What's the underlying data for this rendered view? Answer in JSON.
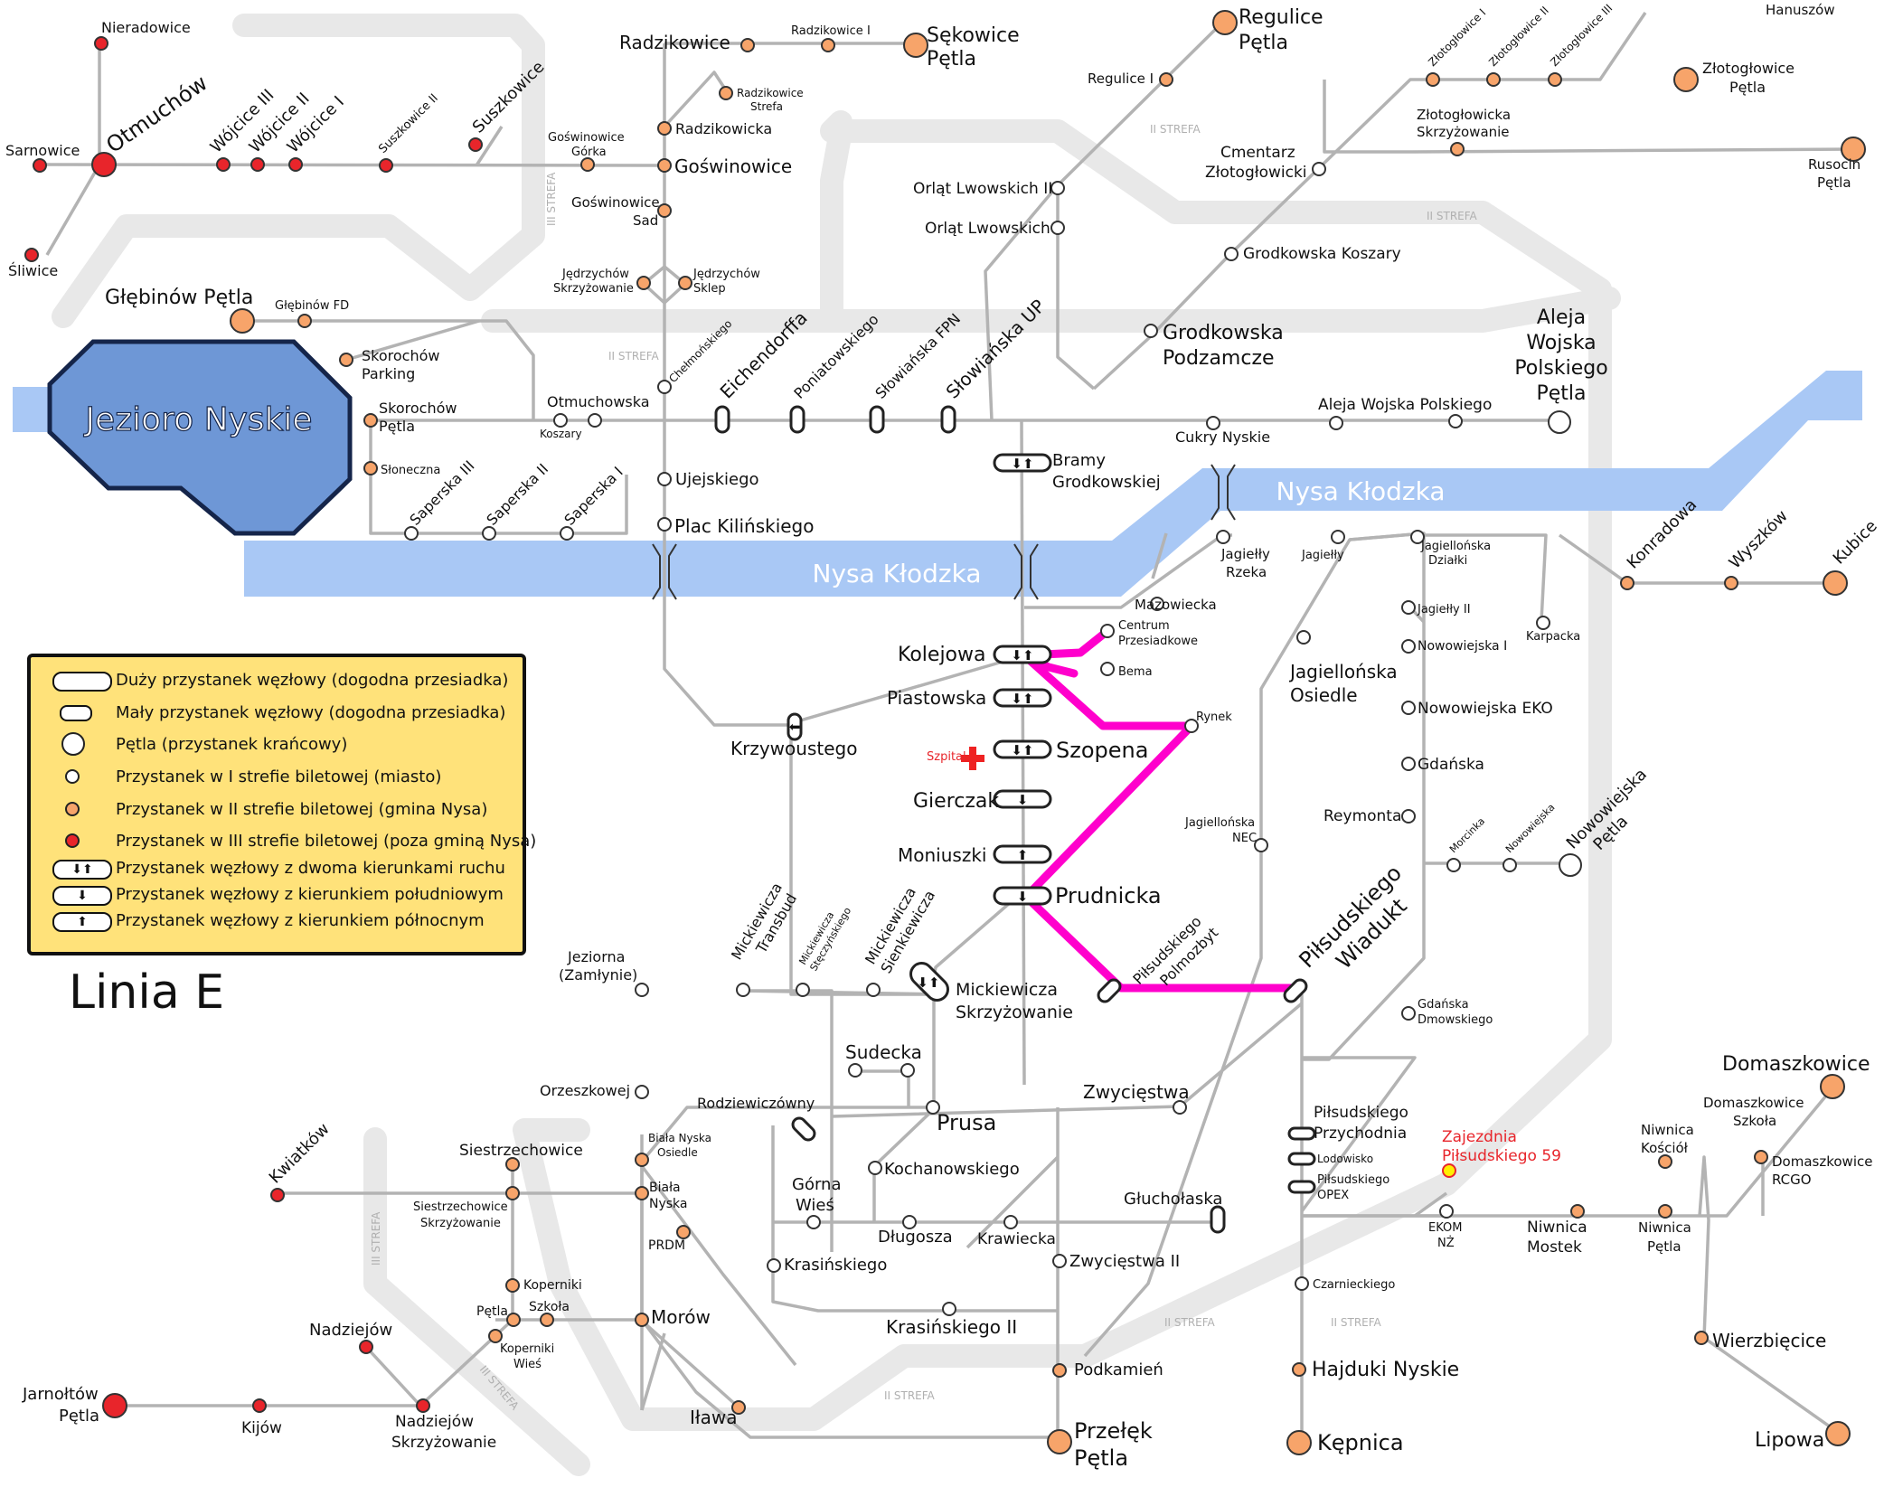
{
  "map_title": "Linia E",
  "lake_label": "Jezioro Nyskie",
  "river_label_1": "Nysa Kłodzka",
  "river_label_2": "Nysa Kłodzka",
  "zones": {
    "ii": "II STREFA",
    "iii": "III STREFA"
  },
  "hospital_label": "Szpital",
  "depot_label": "Zajezdnia\nPiłsudskiego 59",
  "colors": {
    "zone_I": "#ffffff",
    "zone_II": "#f7a46a",
    "zone_III": "#e8252b",
    "route": "#ff00cc",
    "lake": "#6e97d6",
    "river": "#a9c8f5",
    "legend_bg": "#ffe27a",
    "zone_band": "#e8e8e8",
    "depot": "#ffee00"
  },
  "legend": [
    {
      "symbol": "large-pill",
      "text": "Duży przystanek węzłowy (dogodna przesiadka)"
    },
    {
      "symbol": "small-pill",
      "text": "Mały przystanek węzłowy (dogodna przesiadka)"
    },
    {
      "symbol": "terminus",
      "text": "Pętla (przystanek krańcowy)"
    },
    {
      "symbol": "zone-1",
      "text": "Przystanek w I strefie biletowej (miasto)"
    },
    {
      "symbol": "zone-2",
      "text": "Przystanek w II strefie biletowej (gmina Nysa)"
    },
    {
      "symbol": "zone-3",
      "text": "Przystanek w III strefie biletowej (poza gminą Nysa)"
    },
    {
      "symbol": "both-directions",
      "text": "Przystanek węzłowy z dwoma kierunkami ruchu"
    },
    {
      "symbol": "south",
      "text": "Przystanek węzłowy z kierunkiem południowym"
    },
    {
      "symbol": "north",
      "text": "Przystanek węzłowy z kierunkiem północnym"
    }
  ],
  "stops": {
    "nieradowice": "Nieradowice",
    "sarnowice": "Sarnowice",
    "otmuchow": "Otmuchów",
    "sliwice": "Śliwice",
    "wojcice3": "Wójcice III",
    "wojcice2": "Wójcice II",
    "wojcice1": "Wójcice I",
    "suszkowice2": "Suszkowice II",
    "suszkowice": "Suszkowice",
    "radzikowice": "Radzikowice",
    "radzikowice1": "Radzikowice I",
    "sekowice": "Sękowice\nPętla",
    "radzikowice_strefa": "Radzikowice\nStrefa",
    "radzikowicka": "Radzikowicka",
    "goswinowice_gorka": "Goświnowice\nGórka",
    "goswinowice": "Goświnowice",
    "goswinowice_sad": "Goświnowice\nSad",
    "jedrzychow_skrz": "Jędrzychów\nSkrzyżowanie",
    "jedrzychow_sklep": "Jędrzychów\nSklep",
    "glebinow_petla": "Głębinów Pętla",
    "glebinow_fd": "Głębinów FD",
    "skorochow_parking": "Skorochów\nParking",
    "skorochow_petla": "Skorochów\nPętla",
    "otmuchowska": "Otmuchowska",
    "koszary": "Koszary",
    "sloneczna": "Słoneczna",
    "saperska3": "Saperska III",
    "saperska2": "Saperska II",
    "saperska1": "Saperska I",
    "chelmonskiego": "Chełmońskiego",
    "eichendorffa": "Eichendorffa",
    "poniatowskiego": "Poniatowskiego",
    "slowianska_fpn": "Słowiańska FPN",
    "slowianska_up": "Słowiańska UP",
    "ujejskiego": "Ujejskiego",
    "plac_kilinskiego": "Plac Kilińskiego",
    "regulice_petla": "Regulice\nPętla",
    "regulice1": "Regulice I",
    "orlat2": "Orląt Lwowskich II",
    "orlat": "Orląt Lwowskich",
    "cmentarz": "Cmentarz\nZłotogłowicki",
    "grodkowska_koszary": "Grodkowska Koszary",
    "grodkowska_podzamcze": "Grodkowska\nPodzamcze",
    "aleja_wp": "Aleja Wojska Polskiego",
    "aleja_wp_petla": "Aleja\nWojska\nPolskiego\nPętla",
    "cukry": "Cukry Nyskie",
    "bramy": "Bramy\nGrodkowskiej",
    "zlotoglowice1": "Złotogłowice I",
    "zlotoglowice2": "Złotogłowice II",
    "zlotoglowice3": "Złotogłowice III",
    "hanuszow": "Hanuszów",
    "zlotoglowice_petla": "Złotogłowice\nPętla",
    "zlotoglowicka_skrz": "Złotogłowicka\nSkrzyżowanie",
    "rusocin": "Rusocin\nPętla",
    "jagielly_rzeka": "Jagiełły\nRzeka",
    "jagielly": "Jagiełły",
    "jagiellonska_dzialki": "Jagiellońska\nDziałki",
    "jagielly2": "Jagiełły II",
    "mazowiecka": "Mazowiecka",
    "konradowa": "Konradowa",
    "wyszkow": "Wyszków",
    "kubice": "Kubice",
    "karpacka": "Karpacka",
    "nowowiejska1": "Nowowiejska I",
    "nowowiejska_eko": "Nowowiejska EKO",
    "gdanska": "Gdańska",
    "reymonta": "Reymonta",
    "morcinka": "Morcinka",
    "nowowiejska": "Nowowiejska",
    "nowowiejska_petla": "Nowowiejska\nPętla",
    "jagiellonska_osiedle": "Jagiellońska\nOsiedle",
    "centrum": "Centrum\nPrzesiadkowe",
    "bema": "Bema",
    "rynek": "Rynek",
    "kolejowa": "Kolejowa",
    "piastowska": "Piastowska",
    "krzywoustego": "Krzywoustego",
    "szopena": "Szopena",
    "gierczak": "Gierczak",
    "moniuszki": "Moniuszki",
    "prudnicka": "Prudnicka",
    "jagiellonska_nec": "Jagiellońska\nNEC",
    "pilsudskiego_polmozbyt": "Piłsudskiego\nPolmozbyt",
    "pilsudskiego_wiadukt": "Piłsudskiego\nWiadukt",
    "gdanska_dmowskiego": "Gdańska\nDmowskiego",
    "jeziorna": "Jeziorna\n(Zamłynie)",
    "mickiewicza_transbud": "Mickiewicza\nTransbud",
    "mickiewicza_steczynskiego": "Mickiewicza\nStęczyńskiego",
    "mickiewicza_sienkiewicza": "Mickiewicza\nSienkiewicza",
    "mickiewicza_skrz": "Mickiewicza\nSkrzyżowanie",
    "sudecka": "Sudecka",
    "orzeszkowej": "Orzeszkowej",
    "rodziewiczowny": "Rodziewiczówny",
    "prusa": "Prusa",
    "zwyciestwa": "Zwycięstwa",
    "kochanowskiego": "Kochanowskiego",
    "gorna_wies": "Górna\nWieś",
    "dlugosza": "Długosza",
    "krawiecka": "Krawiecka",
    "krasinskiego": "Krasińskiego",
    "krasinskiego2": "Krasińskiego II",
    "zwyciestwa2": "Zwycięstwa II",
    "glucholaska": "Głuchołaska",
    "pils_przychodnia": "Piłsudskiego\nPrzychodnia",
    "lodowisko": "Lodowisko",
    "pils_opex": "Piłsudskiego\nOPEX",
    "ekom": "EKOM\nNŻ",
    "czarnieckiego": "Czarnieckiego",
    "podkamien": "Podkamień",
    "przelek": "Przełęk\nPętla",
    "hajduki": "Hajduki Nyskie",
    "kepnica": "Kępnica",
    "siestrzechowice": "Siestrzechowice",
    "siestrzechowice_skrz": "Siestrzechowice\nSkrzyżowanie",
    "kwiatkow": "Kwiatków",
    "biala_osiedle": "Biała Nyska\nOsiedle",
    "biala": "Biała\nNyska",
    "prdm": "PRDM",
    "koperniki": "Koperniki",
    "petla_kop": "Pętla",
    "szkola": "Szkoła",
    "koperniki_wies": "Koperniki\nWieś",
    "morow": "Morów",
    "ilawa": "Iława",
    "nadziejow": "Nadziejów",
    "nadziejow_skrz": "Nadziejów\nSkrzyżowanie",
    "jarnoltow": "Jarnołtów\nPętla",
    "kijow": "Kijów",
    "domaszkowice": "Domaszkowice",
    "domaszkowice_szkola": "Domaszkowice\nSzkoła",
    "domaszkowice_rcgo": "Domaszkowice\nRCGO",
    "niwnica_kosciol": "Niwnica\nKościół",
    "niwnica_mostek": "Niwnica\nMostek",
    "niwnica_petla": "Niwnica\nPętla",
    "wierzbiecice": "Wierzbięcice",
    "lipowa": "Lipowa"
  }
}
